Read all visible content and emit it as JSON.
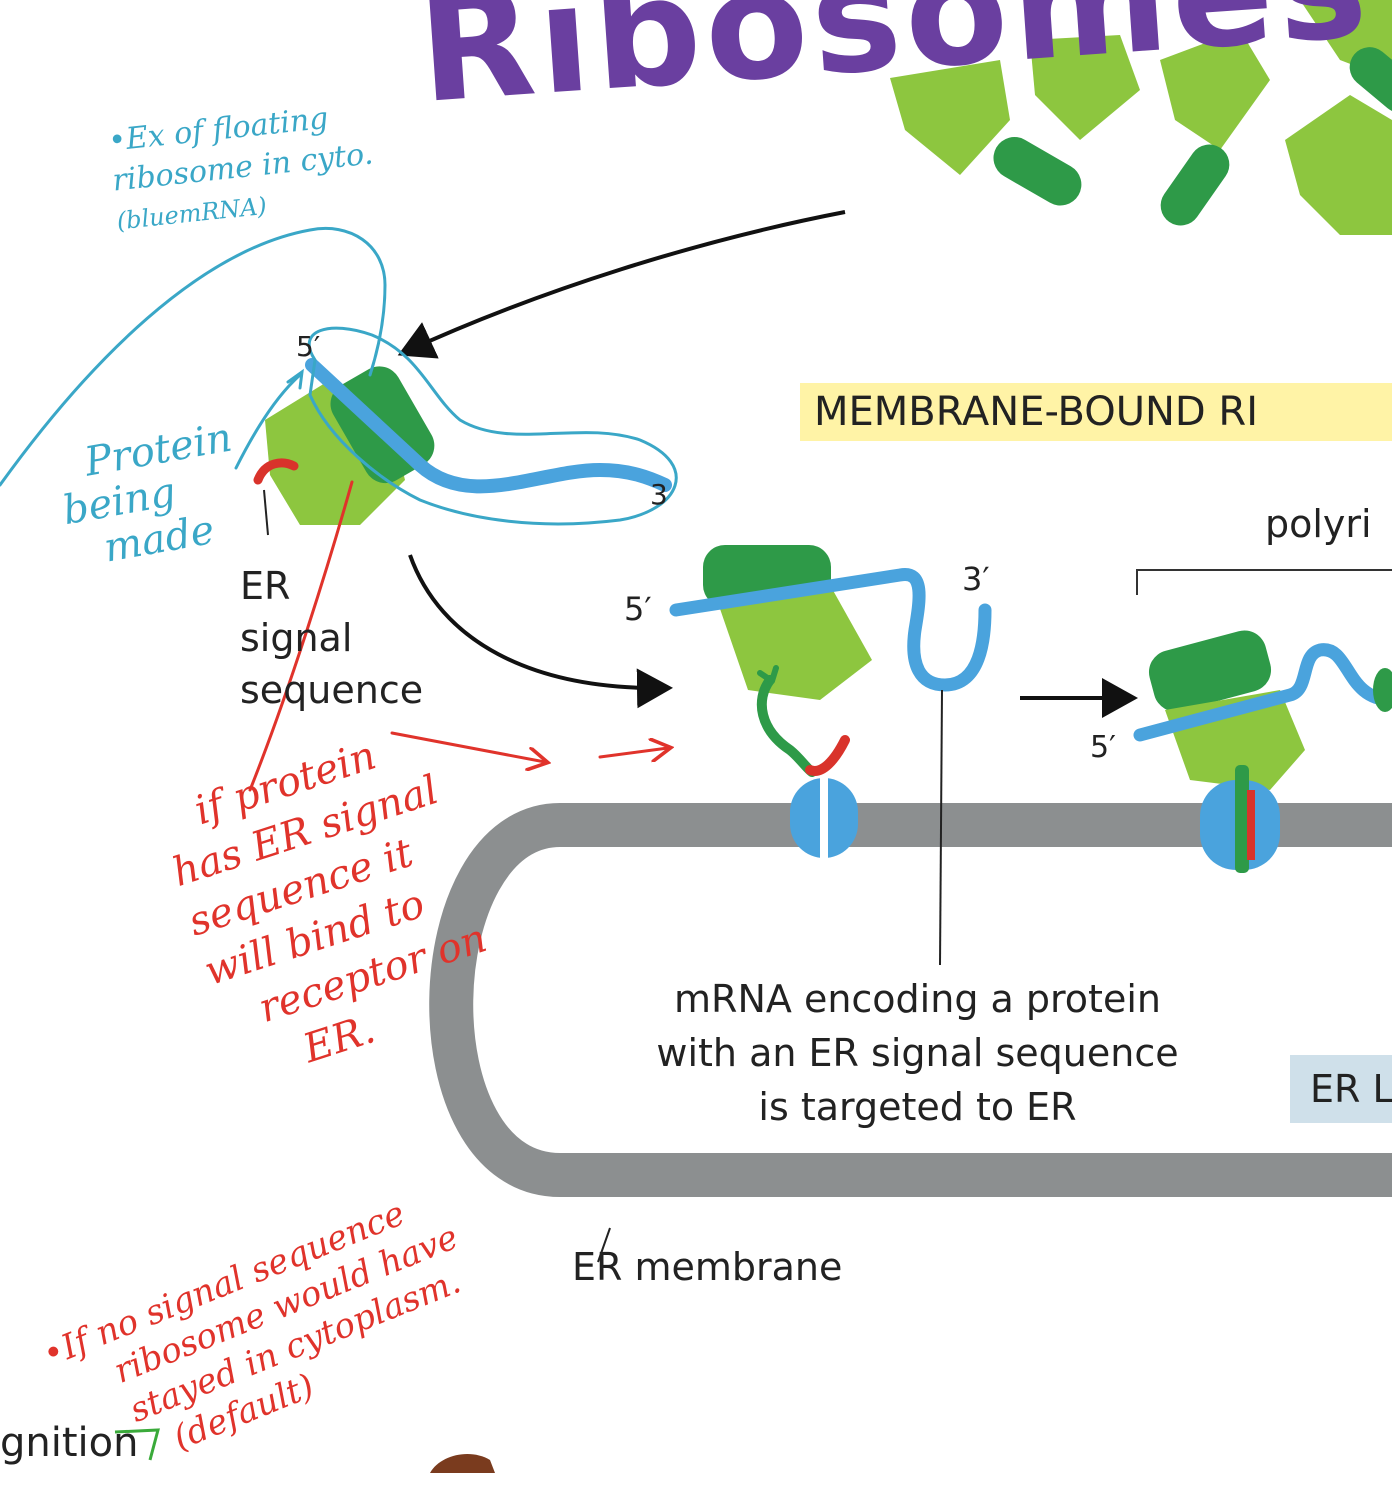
{
  "diagram": {
    "banner_label": "MEMBRANE-BOUND RI",
    "polyribosome_label": "polyri",
    "er_signal_label": [
      "ER",
      "signal",
      "sequence"
    ],
    "mrna_caption": [
      "mRNA encoding a protein",
      "with an ER signal sequence",
      "is targeted to ER"
    ],
    "er_lumen_label": "ER L",
    "er_membrane_label": "ER membrane",
    "cut_label": "gnition",
    "end_labels": {
      "five_prime": "5′",
      "three_prime": "3′",
      "top_five": "5′",
      "top_three": "3",
      "right_five": "5′"
    }
  },
  "annotations": {
    "purple_title": "Ribosomes",
    "teal_note": [
      "•Ex of floating",
      "ribosome in cyto.",
      "(bluemRNA)"
    ],
    "teal_protein_note": [
      "Protein",
      "being",
      "made"
    ],
    "red_note_1": [
      "if protein",
      "has ER signal",
      "sequence it",
      "will bind to",
      "receptor on",
      "ER."
    ],
    "red_note_2": [
      "•If no signal sequence",
      "ribosome would have",
      "stayed in cytoplasm.",
      "(default)"
    ]
  },
  "colors": {
    "ribosome_light": "#8dc63f",
    "ribosome_dark": "#2e9a48",
    "mrna_blue": "#4aa3dd",
    "signal_red": "#d9332b",
    "membrane_gray": "#8c8f90",
    "annotation_purple": "#6a3fa0",
    "annotation_teal": "#3aa7c7",
    "annotation_red": "#e0332b",
    "banner_yellow": "#fff3a6"
  }
}
